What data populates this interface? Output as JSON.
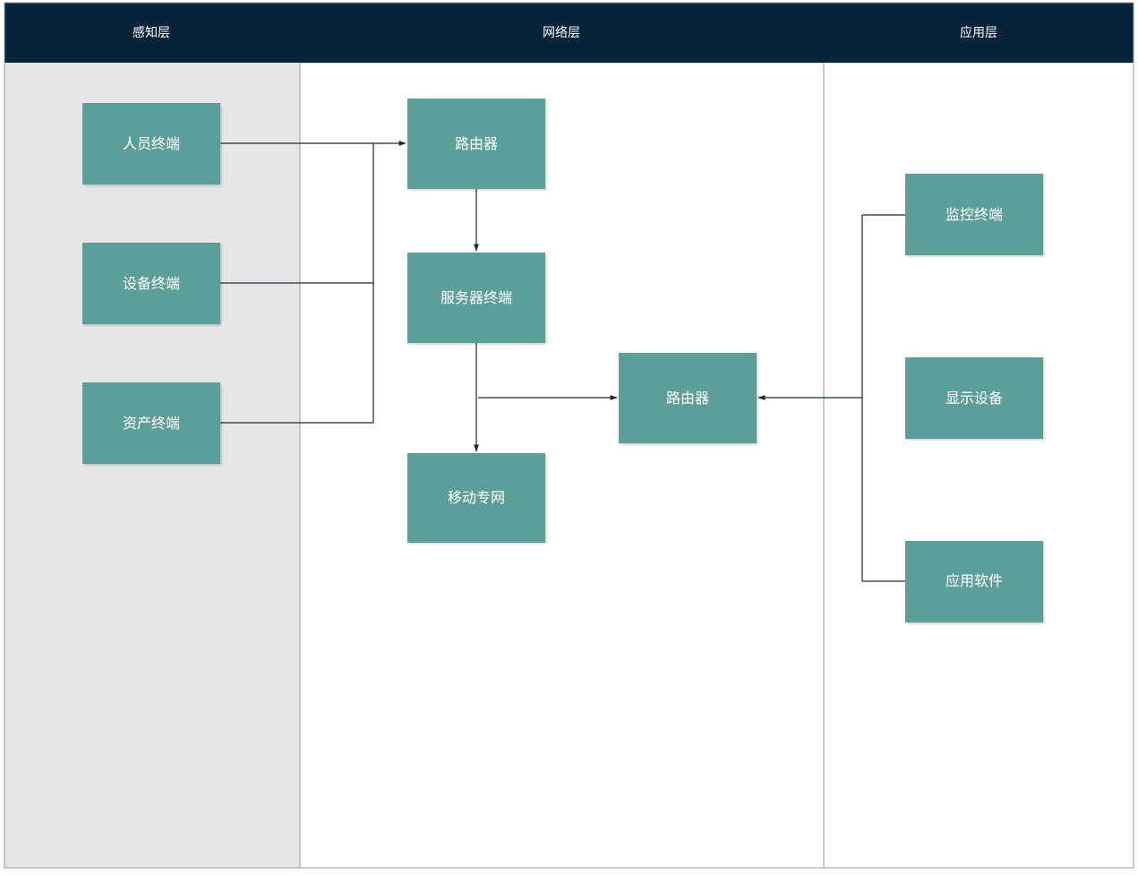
{
  "colors": {
    "header_bg": "#05243a",
    "lane_perception_bg": "#e5e7e6",
    "lane_bg": "#ffffff",
    "lane_border": "#9a9a9a",
    "node_fill": "#5b9f98",
    "connector": "#1b2a38"
  },
  "lanes": [
    {
      "id": "perception",
      "label": "感知层"
    },
    {
      "id": "network",
      "label": "网络层"
    },
    {
      "id": "application",
      "label": "应用层"
    }
  ],
  "nodes": {
    "person_terminal": "人员终端",
    "device_terminal": "设备终端",
    "asset_terminal": "资产终端",
    "router_top": "路由器",
    "server_terminal": "服务器终端",
    "mobile_network": "移动专网",
    "router_mid": "路由器",
    "monitor_terminal": "监控终端",
    "display_device": "显示设备",
    "app_software": "应用软件"
  }
}
